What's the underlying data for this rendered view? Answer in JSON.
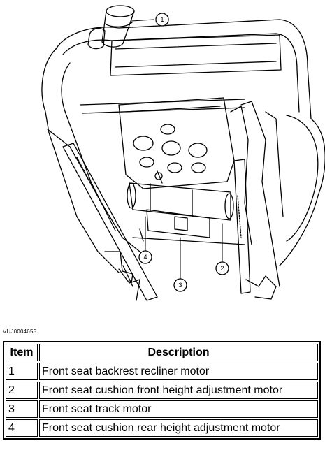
{
  "figure": {
    "id": "VUJ0004655",
    "callouts": [
      "1",
      "2",
      "3",
      "4"
    ]
  },
  "table": {
    "headers": {
      "item": "Item",
      "description": "Description"
    },
    "rows": [
      {
        "item": "1",
        "description": "Front seat backrest recliner motor"
      },
      {
        "item": "2",
        "description": "Front seat cushion front height adjustment motor"
      },
      {
        "item": "3",
        "description": "Front seat track motor"
      },
      {
        "item": "4",
        "description": "Front seat cushion rear height adjustment motor"
      }
    ]
  }
}
